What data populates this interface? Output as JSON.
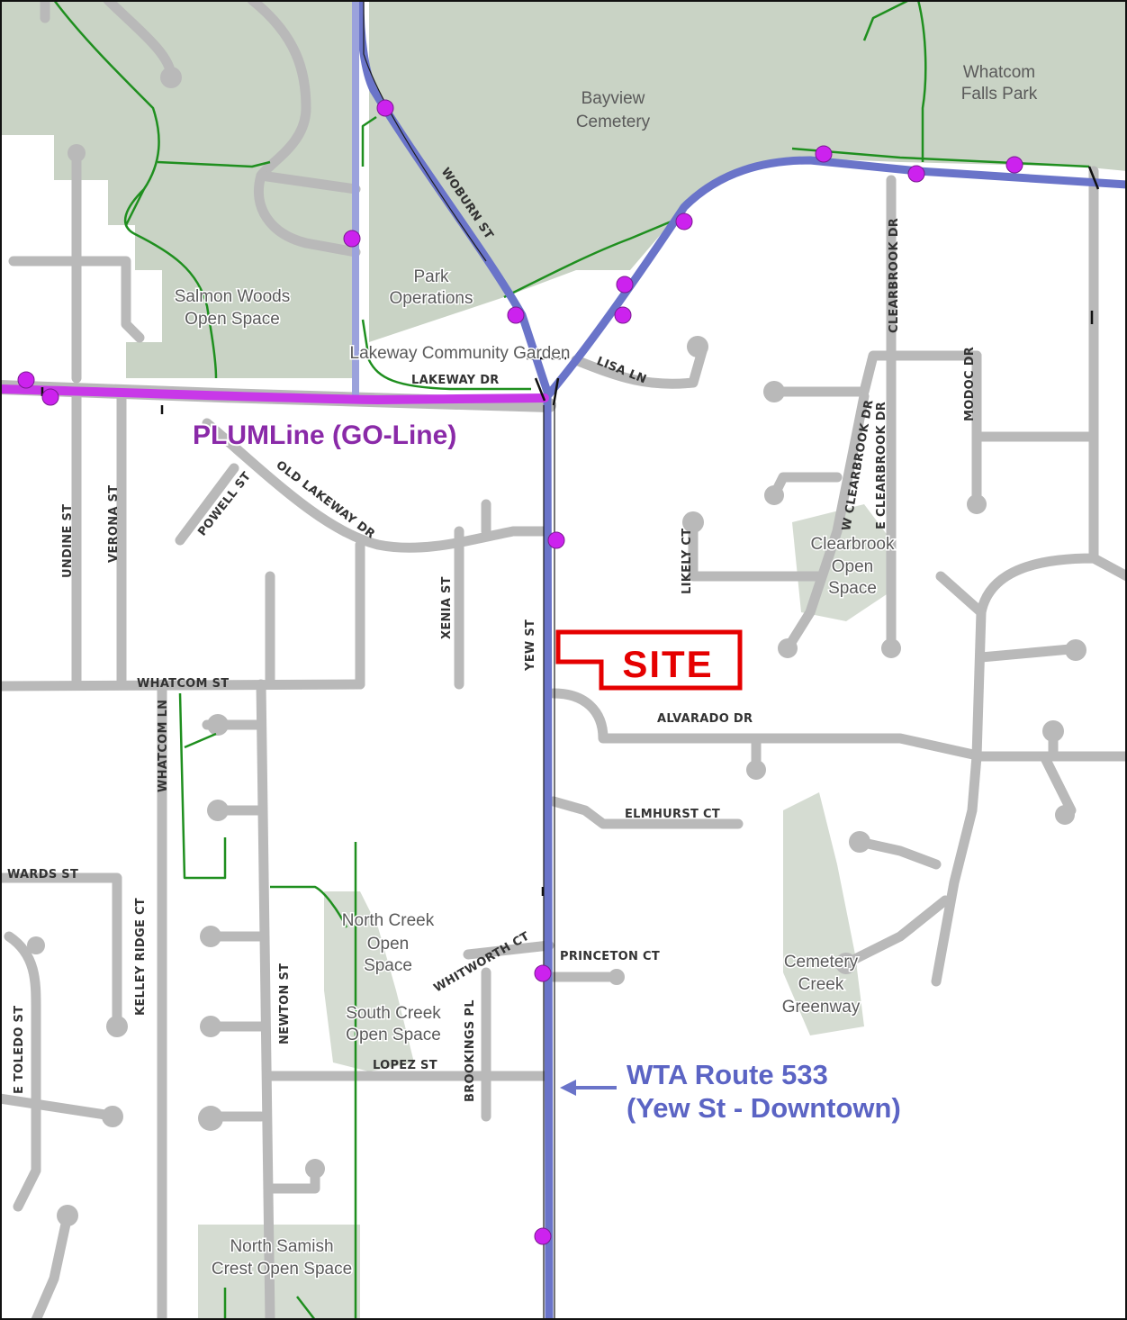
{
  "colors": {
    "park": "#c9d3c5",
    "road": "#b9b9b9",
    "trail": "#1f8f1f",
    "wta_route": "#6a74c9",
    "plum_line": "#c838e8",
    "plum_label": "#8a2aa8",
    "stop": "#cc22ee",
    "site": "#e50000"
  },
  "parks": [
    {
      "line1": "Whatcom",
      "line2": "Falls Park"
    },
    {
      "line1": "Bayview",
      "line2": "Cemetery"
    },
    {
      "line1": "Salmon Woods",
      "line2": "Open Space"
    },
    {
      "line1": "Park",
      "line2": "Operations"
    },
    {
      "line1": "Lakeway Community Garden",
      "line2": ""
    },
    {
      "line1": "Clearbrook",
      "line2": "Open",
      "line3": "Space"
    },
    {
      "line1": "North Creek",
      "line2": "Open",
      "line3": "Space"
    },
    {
      "line1": "South Creek",
      "line2": "Open Space"
    },
    {
      "line1": "Cemetery",
      "line2": "Creek",
      "line3": "Greenway"
    },
    {
      "line1": "North Samish",
      "line2": "Crest Open Space"
    }
  ],
  "streets": {
    "woburn": "WOBURN ST",
    "lakeway": "LAKEWAY DR",
    "lisa": "LISA LN",
    "clearbrook": "CLEARBROOK DR",
    "w_clearbrook": "W CLEARBROOK DR",
    "e_clearbrook": "E CLEARBROOK DR",
    "modoc": "MODOC DR",
    "powell": "POWELL ST",
    "old_lakeway": "OLD LAKEWAY DR",
    "undine": "UNDINE ST",
    "verona": "VERONA ST",
    "xenia": "XENIA ST",
    "yew": "YEW ST",
    "likely": "LIKELY CT",
    "whatcom_st": "WHATCOM ST",
    "whatcom_ln": "WHATCOM LN",
    "alvarado": "ALVARADO DR",
    "elmhurst": "ELMHURST CT",
    "edwards": "WARDS ST",
    "kelley_ridge": "KELLEY RIDGE CT",
    "whitworth": "WHITWORTH CT",
    "princeton": "PRINCETON CT",
    "newton": "NEWTON ST",
    "lopez": "LOPEZ ST",
    "brookings": "BROOKINGS PL",
    "e_toledo": "E TOLEDO ST"
  },
  "transit": {
    "plum_label": "PLUMLine (GO-Line)",
    "wta_line1": "WTA Route 533",
    "wta_line2": "(Yew St - Downtown)"
  },
  "site_label": "SITE"
}
